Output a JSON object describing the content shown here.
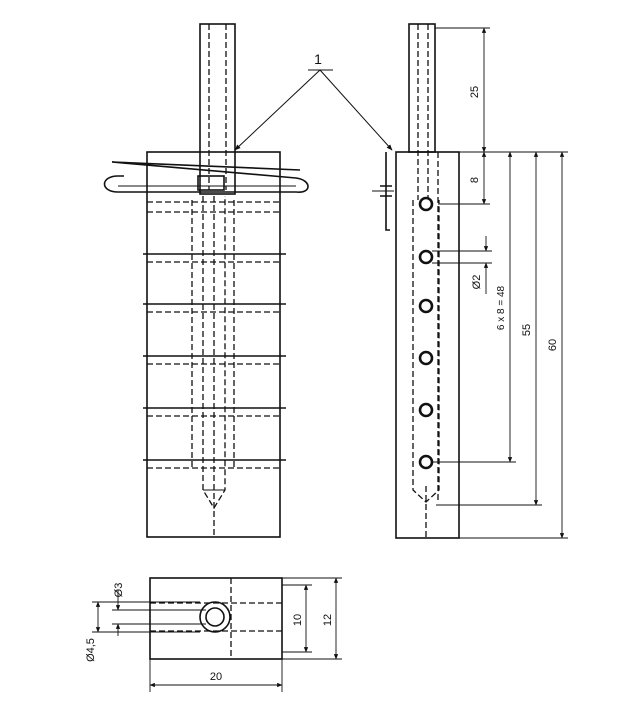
{
  "callout": {
    "label": "1"
  },
  "side_view": {
    "dim_top": "25",
    "dim_small": "8",
    "dim_hole_dia": "Ø2",
    "dim_pitch": "6 х 8 = 48",
    "dim_mid": "55",
    "dim_total": "60"
  },
  "bottom_view": {
    "dim_inner_dia": "Ø3",
    "dim_outer_dia": "Ø4,5",
    "dim_width": "20",
    "dim_height_inner": "10",
    "dim_height_outer": "12"
  },
  "colors": {
    "ink": "#111111",
    "paper": "#ffffff"
  }
}
